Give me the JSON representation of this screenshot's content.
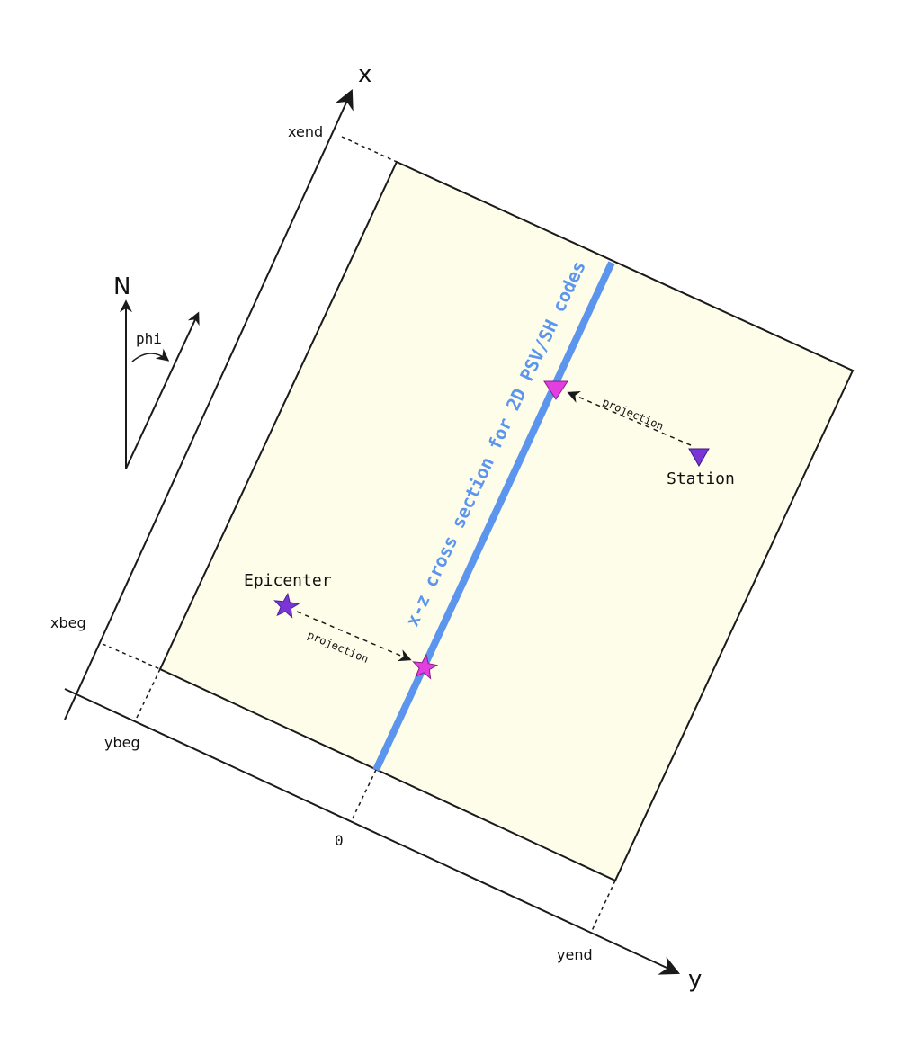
{
  "axes": {
    "x_label": "x",
    "y_label": "y",
    "xend": "xend",
    "xbeg": "xbeg",
    "ybeg": "ybeg",
    "zero": "0",
    "yend": "yend"
  },
  "compass": {
    "north_label": "N",
    "angle_label": "phi"
  },
  "markers": {
    "epicenter_label": "Epicenter",
    "station_label": "Station",
    "projection_label": "projection"
  },
  "cross_section": {
    "label": "x-z cross section for 2D PSV/SH codes"
  },
  "colors": {
    "domain_fill": "#fdfde9",
    "section_line": "#5b95ee",
    "source_marker": "#7b35d6",
    "projected_marker": "#e23ee0",
    "arrow": "#1a1a1a"
  }
}
